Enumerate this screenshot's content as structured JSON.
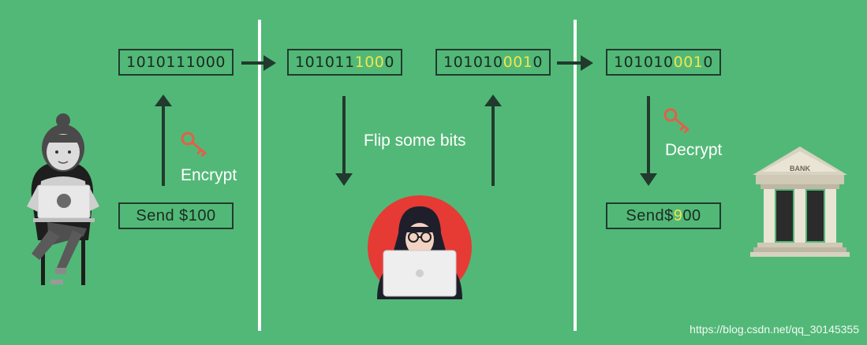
{
  "boxes": {
    "original_cipher": "1010111000",
    "received_cipher": "1010111000",
    "tampered_cipher": "1010100010",
    "delivered_cipher": "1010100010",
    "plain_sent": "Send $100",
    "plain_received": "Send $900"
  },
  "labels": {
    "encrypt": "Encrypt",
    "flip": "Flip some bits",
    "decrypt": "Decrypt",
    "bank_sign": "BANK"
  },
  "watermark": "https://blog.csdn.net/qq_30145355",
  "colors": {
    "background": "#52b877",
    "dark": "#213a2d",
    "highlight": "#f1e54a",
    "key": "#e0614a",
    "hacker_circle": "#e63a35",
    "divider": "#ffffff"
  },
  "icons": [
    "person-with-laptop-icon",
    "key-icon",
    "hacker-icon",
    "bank-icon"
  ]
}
